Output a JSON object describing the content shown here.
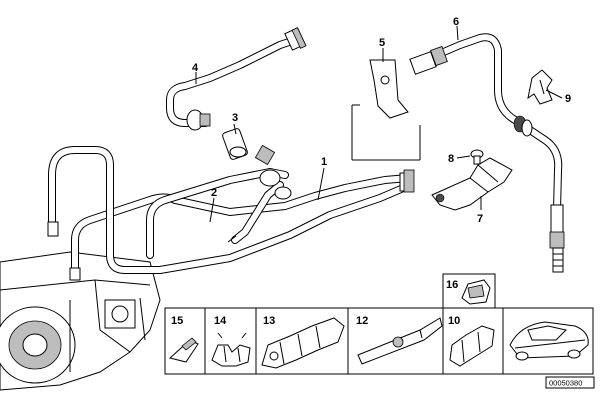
{
  "callouts": {
    "c1": "1",
    "c2": "2",
    "c3": "3",
    "c4": "4",
    "c5": "5",
    "c6": "6",
    "c7": "7",
    "c8": "8",
    "c9": "9",
    "c10": "10",
    "c12": "12",
    "c13": "13",
    "c14": "14",
    "c15": "15",
    "c16": "16"
  },
  "document_number": "00050380"
}
